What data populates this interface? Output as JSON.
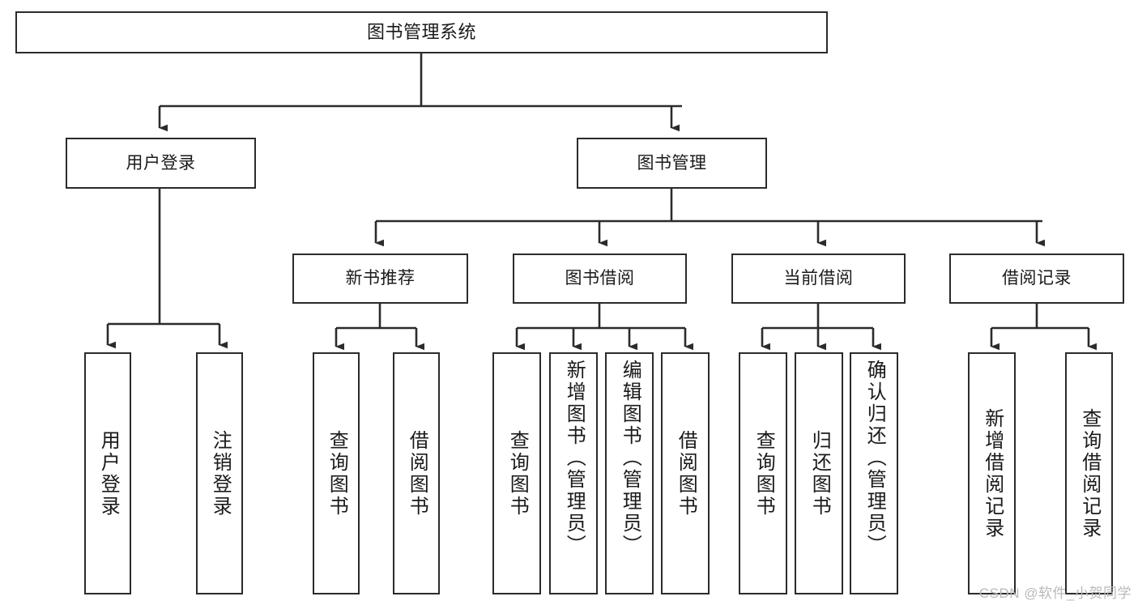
{
  "diagram": {
    "title": "图书管理系统",
    "type": "function-structure-tree",
    "colors": {
      "stroke": "#2b2b2b",
      "fill": "#ffffff",
      "text": "#1a1a1a",
      "watermark": "#b9b9b9"
    },
    "levels": [
      {
        "level": 1,
        "nodes": [
          {
            "id": "root",
            "label": "图书管理系统",
            "orientation": "horizontal"
          }
        ]
      },
      {
        "level": 2,
        "nodes": [
          {
            "id": "login",
            "label": "用户登录",
            "orientation": "horizontal"
          },
          {
            "id": "bookmgmt",
            "label": "图书管理",
            "orientation": "horizontal"
          }
        ]
      },
      {
        "level": 3,
        "nodes": [
          {
            "id": "newbook",
            "label": "新书推荐",
            "orientation": "horizontal"
          },
          {
            "id": "borrow",
            "label": "图书借阅",
            "orientation": "horizontal"
          },
          {
            "id": "current",
            "label": "当前借阅",
            "orientation": "horizontal"
          },
          {
            "id": "records",
            "label": "借阅记录",
            "orientation": "horizontal"
          }
        ]
      },
      {
        "level": 4,
        "nodes": [
          {
            "id": "leaf-1",
            "label": "用户登录",
            "orientation": "vertical",
            "parent": "login"
          },
          {
            "id": "leaf-2",
            "label": "注销登录",
            "orientation": "vertical",
            "parent": "login"
          },
          {
            "id": "leaf-3",
            "label": "查询图书",
            "orientation": "vertical",
            "parent": "newbook"
          },
          {
            "id": "leaf-4",
            "label": "借阅图书",
            "orientation": "vertical",
            "parent": "newbook"
          },
          {
            "id": "leaf-5",
            "label": "查询图书",
            "orientation": "vertical",
            "parent": "borrow"
          },
          {
            "id": "leaf-6",
            "label": "新增图书（管理员）",
            "orientation": "vertical",
            "parent": "borrow"
          },
          {
            "id": "leaf-7",
            "label": "编辑图书（管理员）",
            "orientation": "vertical",
            "parent": "borrow"
          },
          {
            "id": "leaf-8",
            "label": "借阅图书",
            "orientation": "vertical",
            "parent": "borrow"
          },
          {
            "id": "leaf-9",
            "label": "查询图书",
            "orientation": "vertical",
            "parent": "current"
          },
          {
            "id": "leaf-10",
            "label": "归还图书",
            "orientation": "vertical",
            "parent": "current"
          },
          {
            "id": "leaf-11",
            "label": "确认归还（管理员）",
            "orientation": "vertical",
            "parent": "current"
          },
          {
            "id": "leaf-12",
            "label": "新增借阅记录",
            "orientation": "vertical",
            "parent": "records"
          },
          {
            "id": "leaf-13",
            "label": "查询借阅记录",
            "orientation": "vertical",
            "parent": "records"
          }
        ]
      }
    ]
  },
  "watermark": {
    "text": "CSDN @软件_小贺同学"
  }
}
